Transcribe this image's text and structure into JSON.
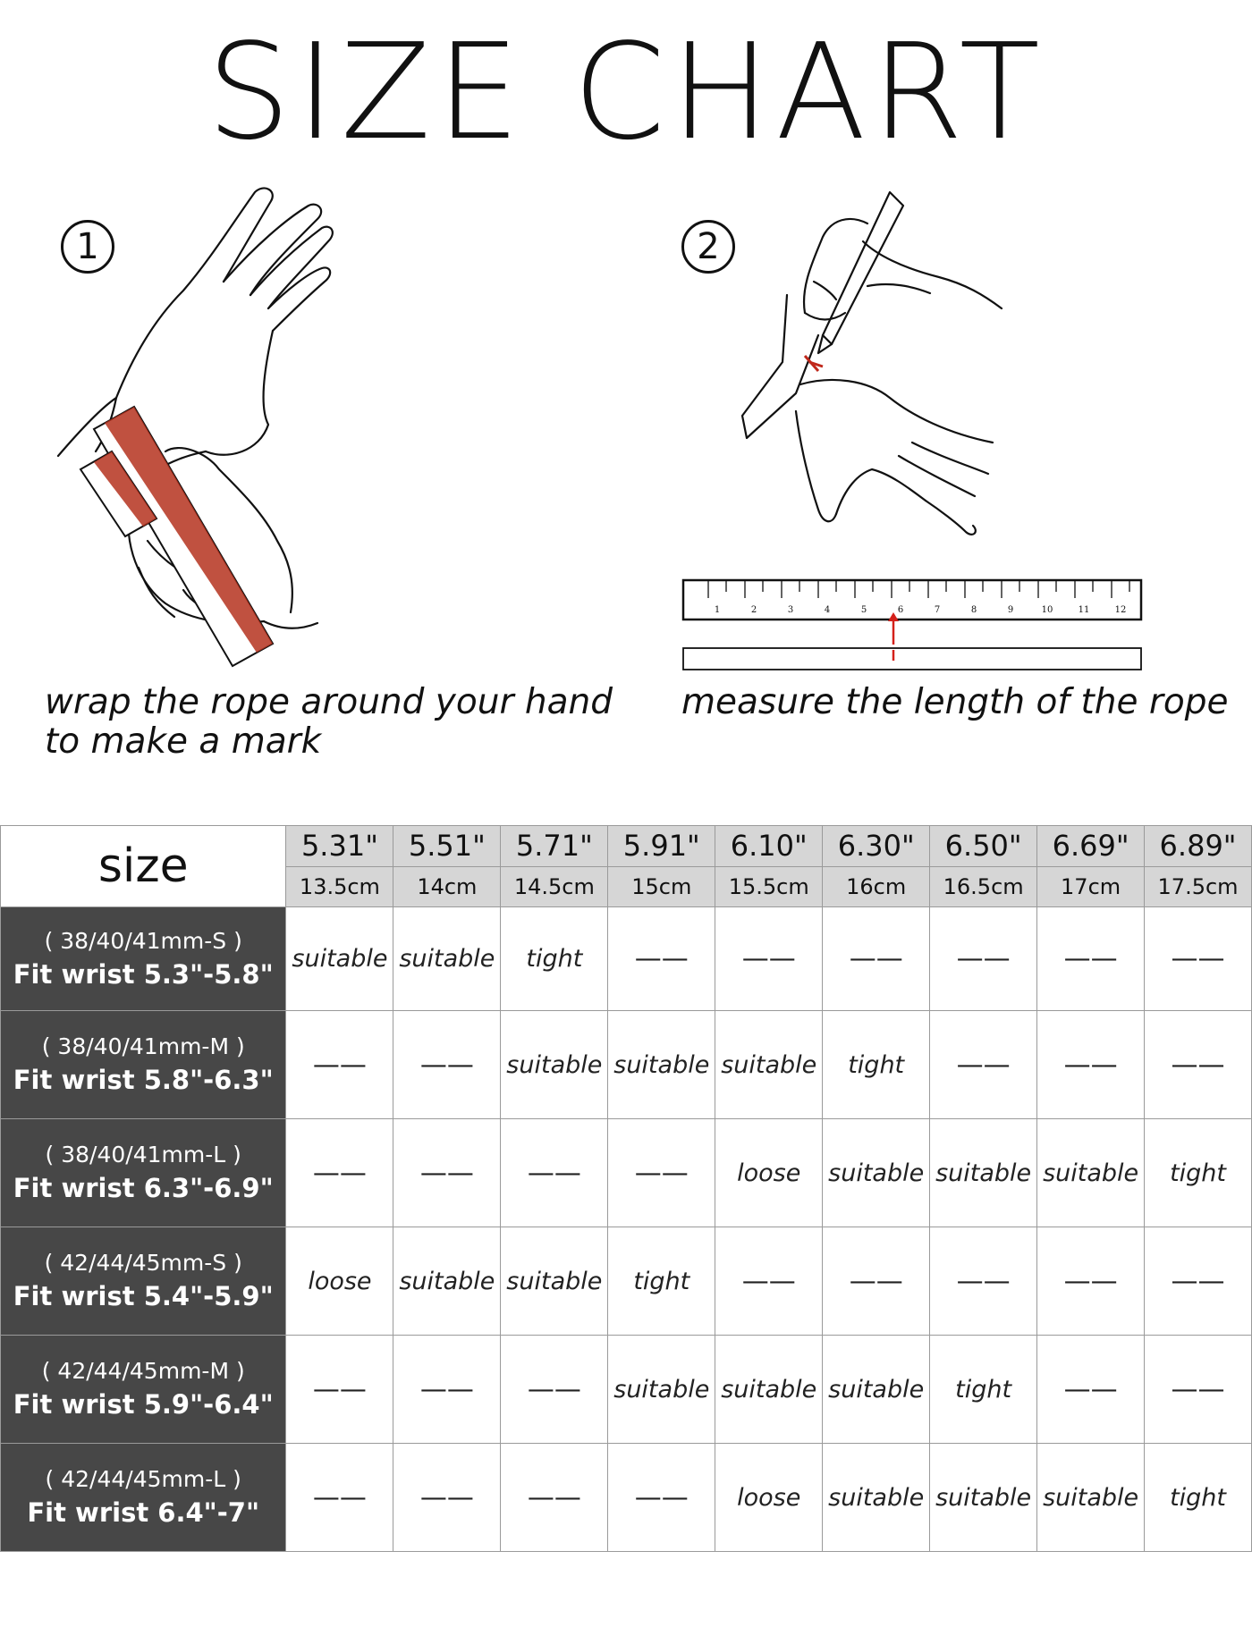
{
  "title": "SIZE CHART",
  "steps": [
    {
      "number": "1",
      "caption_line1": "wrap the rope around your hand",
      "caption_line2": "to make a mark"
    },
    {
      "number": "2",
      "caption_line1": "measure the length of the rope",
      "caption_line2": ""
    }
  ],
  "ruler": {
    "ticks": [
      "1",
      "2",
      "3",
      "4",
      "5",
      "6",
      "7",
      "8",
      "9",
      "10",
      "11",
      "12"
    ]
  },
  "table": {
    "size_header": "size",
    "columns": [
      {
        "inches": "5.31\"",
        "cm": "13.5cm"
      },
      {
        "inches": "5.51\"",
        "cm": "14cm"
      },
      {
        "inches": "5.71\"",
        "cm": "14.5cm"
      },
      {
        "inches": "5.91\"",
        "cm": "15cm"
      },
      {
        "inches": "6.10\"",
        "cm": "15.5cm"
      },
      {
        "inches": "6.30\"",
        "cm": "16cm"
      },
      {
        "inches": "6.50\"",
        "cm": "16.5cm"
      },
      {
        "inches": "6.69\"",
        "cm": "17cm"
      },
      {
        "inches": "6.89\"",
        "cm": "17.5cm"
      }
    ],
    "rows": [
      {
        "model": "( 38/40/41mm-S )",
        "fit": "Fit wrist 5.3\"-5.8\"",
        "cells": [
          "suitable",
          "suitable",
          "tight",
          "——",
          "——",
          "——",
          "——",
          "——",
          "——"
        ]
      },
      {
        "model": "( 38/40/41mm-M )",
        "fit": "Fit wrist 5.8\"-6.3\"",
        "cells": [
          "——",
          "——",
          "suitable",
          "suitable",
          "suitable",
          "tight",
          "——",
          "——",
          "——"
        ]
      },
      {
        "model": "( 38/40/41mm-L )",
        "fit": "Fit wrist 6.3\"-6.9\"",
        "cells": [
          "——",
          "——",
          "——",
          "——",
          "loose",
          "suitable",
          "suitable",
          "suitable",
          "tight"
        ]
      },
      {
        "model": "( 42/44/45mm-S )",
        "fit": "Fit wrist 5.4\"-5.9\"",
        "cells": [
          "loose",
          "suitable",
          "suitable",
          "tight",
          "——",
          "——",
          "——",
          "——",
          "——"
        ]
      },
      {
        "model": "( 42/44/45mm-M )",
        "fit": "Fit wrist 5.9\"-6.4\"",
        "cells": [
          "——",
          "——",
          "——",
          "suitable",
          "suitable",
          "suitable",
          "tight",
          "——",
          "——"
        ]
      },
      {
        "model": "( 42/44/45mm-L )",
        "fit": "Fit wrist 6.4\"-7\"",
        "cells": [
          "——",
          "——",
          "——",
          "——",
          "loose",
          "suitable",
          "suitable",
          "suitable",
          "tight"
        ]
      }
    ]
  }
}
